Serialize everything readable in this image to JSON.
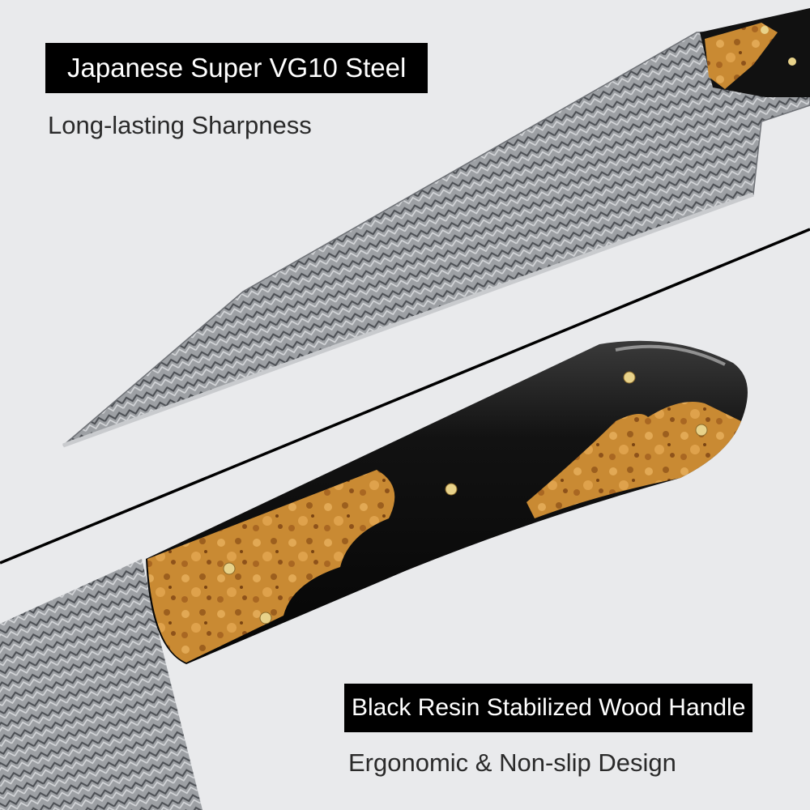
{
  "colors": {
    "background": "#e9eaec",
    "label_bg": "#000000",
    "label_text": "#ffffff",
    "caption_text": "#2a2a2a",
    "resin": "#111111",
    "wood": "#c8842f",
    "pin": "#e8d28a"
  },
  "top_feature": {
    "heading": "Japanese Super VG10 Steel",
    "caption": "Long-lasting Sharpness"
  },
  "bottom_feature": {
    "heading": "Black Resin Stabilized Wood Handle",
    "caption": "Ergonomic & Non-slip Design"
  }
}
